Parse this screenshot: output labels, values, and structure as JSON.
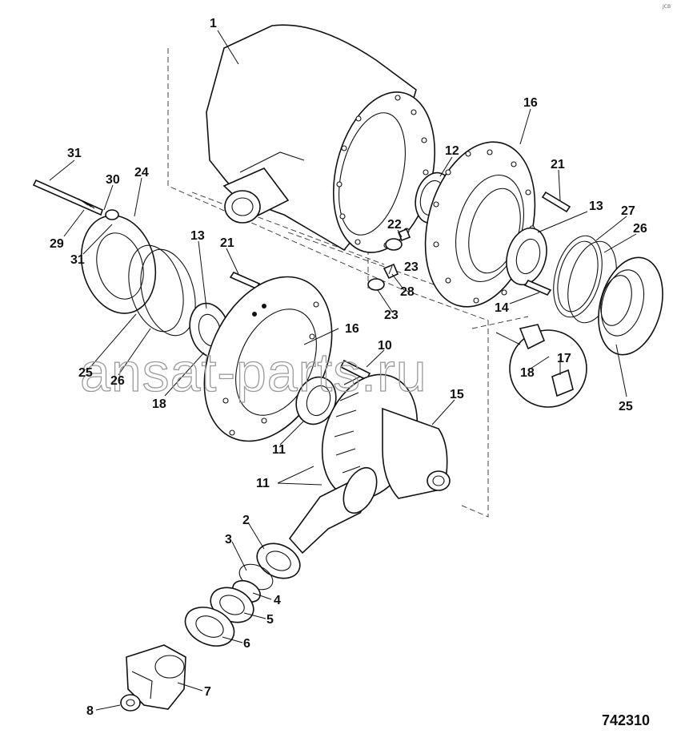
{
  "diagram": {
    "reference_number": "742310",
    "watermark": "ansat-parts.ru",
    "corner_mark": "JCB",
    "callouts": [
      "1",
      "2",
      "3",
      "4",
      "5",
      "6",
      "7",
      "8",
      "10",
      "11",
      "12",
      "12",
      "13",
      "13",
      "14",
      "15",
      "16",
      "16",
      "17",
      "18",
      "18",
      "21",
      "21",
      "22",
      "23",
      "23",
      "24",
      "24",
      "25",
      "25",
      "26",
      "26",
      "27",
      "28",
      "29",
      "30",
      "31"
    ]
  },
  "colors": {
    "line": "#111111",
    "watermark": "#9a9a9a",
    "background": "#ffffff"
  }
}
